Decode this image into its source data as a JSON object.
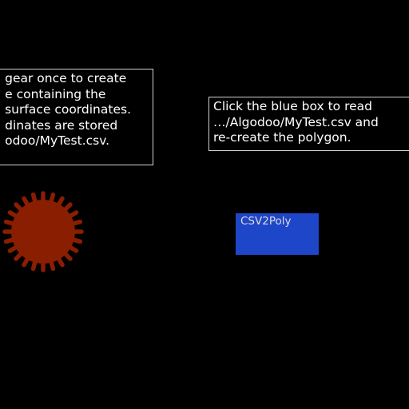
{
  "scene": {
    "background": "#000000",
    "left_note": {
      "lines": [
        "gear once to create",
        "e containing the",
        "surface coordinates.",
        "dinates are stored",
        "odoo/MyTest.csv."
      ]
    },
    "right_note": {
      "lines": [
        "Click the blue box to read",
        "…/Algodoo/MyTest.csv and",
        "re-create the polygon."
      ]
    },
    "gear": {
      "color": "#8a1e00",
      "icon": "gear-icon"
    },
    "blue_box": {
      "label": "CSV2Poly",
      "color": "#1e46c8"
    }
  }
}
